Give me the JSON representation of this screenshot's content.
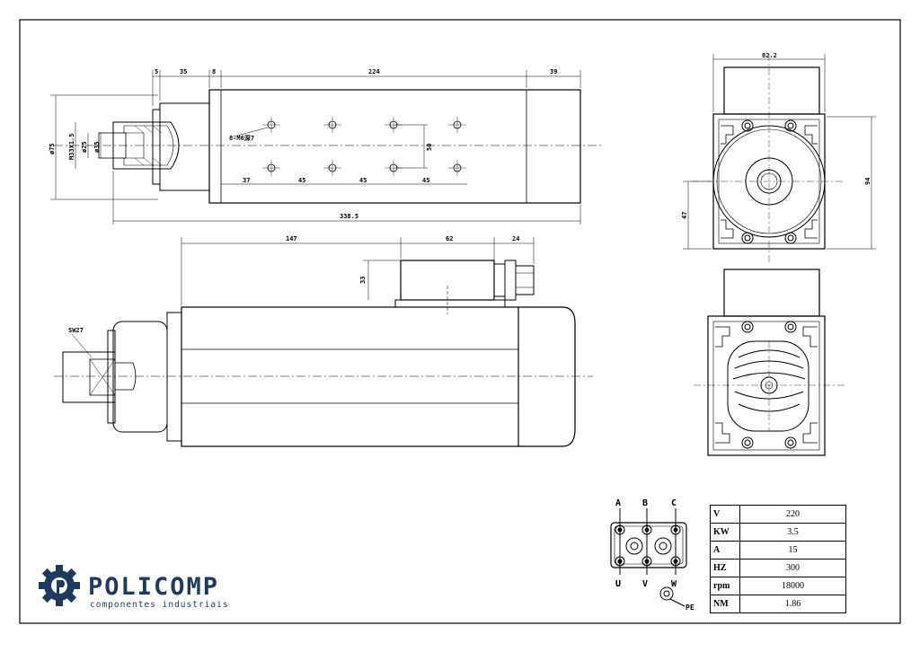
{
  "side_view": {
    "dims": {
      "d1": "5",
      "d2": "35",
      "d3": "8",
      "d4": "224",
      "d5": "39",
      "total": "338.5",
      "dia_body": "ø75",
      "thread": "M33X1.5",
      "dia_inner": "ø25",
      "dia_collet": "ø35",
      "holes": "8-M6深7",
      "hole_v": "50",
      "h1": "37",
      "h2": "45",
      "h3": "45",
      "h4": "45"
    }
  },
  "front_view": {
    "dims": {
      "width": "82.2",
      "height": "94",
      "offset": "47"
    }
  },
  "lower_view": {
    "dims": {
      "len": "147",
      "box": "62",
      "gland": "24",
      "box_h": "33",
      "wrench": "SW27"
    }
  },
  "terminal": {
    "top_labels": [
      "A",
      "B",
      "C"
    ],
    "bottom_labels": [
      "U",
      "V",
      "W"
    ],
    "pe": "PE"
  },
  "spec_table": [
    {
      "label": "V",
      "value": "220"
    },
    {
      "label": "KW",
      "value": "3.5"
    },
    {
      "label": "A",
      "value": "15"
    },
    {
      "label": "HZ",
      "value": "300"
    },
    {
      "label": "rpm",
      "value": "18000"
    },
    {
      "label": "NM",
      "value": "1.86"
    }
  ],
  "logo": {
    "name": "POLICOMP",
    "tagline": "componentes industriais",
    "color": "#1f3a5f"
  }
}
